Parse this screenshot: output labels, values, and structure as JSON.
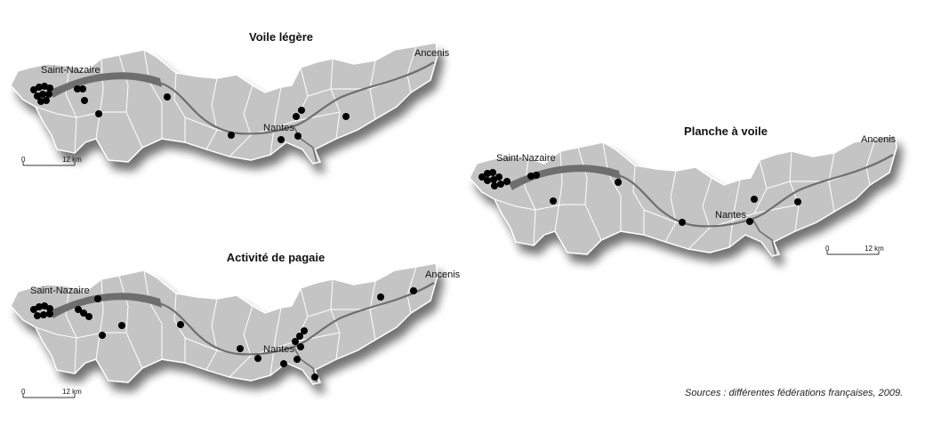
{
  "maps": [
    {
      "title": "Voile légère",
      "cities": {
        "west": "Saint-Nazaire",
        "center": "Nantes",
        "east": "Ancenis"
      },
      "scale": {
        "zero": "0",
        "distance": "12 km"
      },
      "site_count": 19
    },
    {
      "title": "Planche à voile",
      "cities": {
        "west": "Saint-Nazaire",
        "center": "Nantes",
        "east": "Ancenis"
      },
      "scale": {
        "zero": "0",
        "distance": "12 km"
      },
      "site_count": 14
    },
    {
      "title": "Activité de pagaie",
      "cities": {
        "west": "Saint-Nazaire",
        "center": "Nantes",
        "east": "Ancenis"
      },
      "scale": {
        "zero": "0",
        "distance": "12 km"
      },
      "site_count": 25
    }
  ],
  "colors": {
    "land": "#c4c4c4",
    "shadow": "#8a8a8a",
    "river": "#6e6e6e",
    "site": "#000000"
  },
  "source": "Sources : différentes fédérations françaises, 2009."
}
